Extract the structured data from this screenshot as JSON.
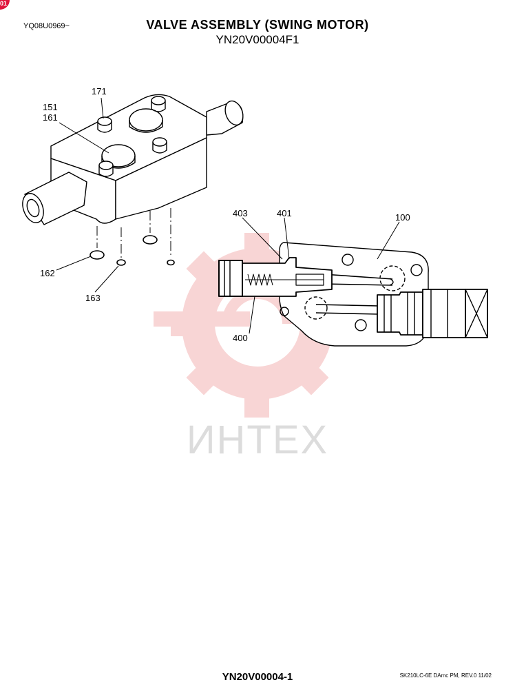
{
  "header": {
    "badge": "01",
    "serial_range": "YQ08U0969~",
    "title": "VALVE ASSEMBLY (SWING MOTOR)",
    "subtitle": "YN20V00004F1"
  },
  "callouts": {
    "c171": "171",
    "c151": "151",
    "c161": "161",
    "c162": "162",
    "c163": "163",
    "c403": "403",
    "c401": "401",
    "c100": "100",
    "c400": "400"
  },
  "watermark": {
    "text": "ИНТЕХ",
    "color": "#f3b4b4"
  },
  "footer": {
    "page_code": "YN20V00004-1",
    "revision": "SK210LC-6E DAmc PM, REV.0 11/02"
  }
}
